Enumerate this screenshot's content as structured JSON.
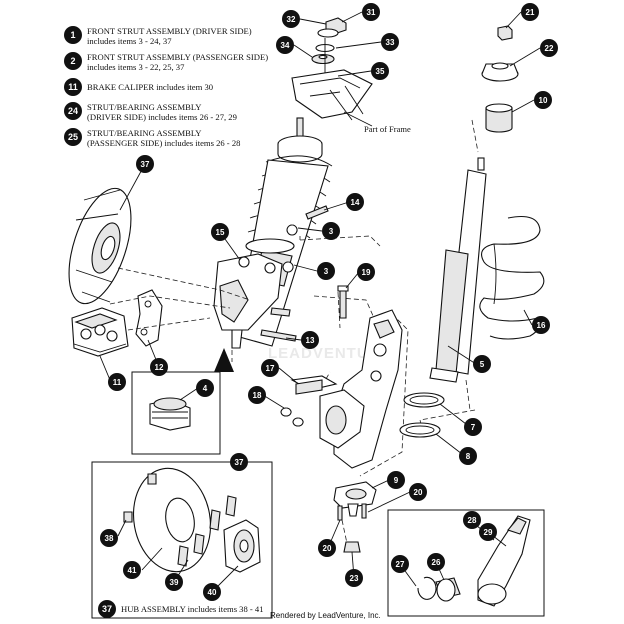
{
  "legend": [
    {
      "num": "1",
      "lines": [
        "FRONT STRUT ASSEMBLY (DRIVER SIDE)",
        "includes items 3 - 24, 37"
      ]
    },
    {
      "num": "2",
      "lines": [
        "FRONT STRUT ASSEMBLY (PASSENGER SIDE)",
        "includes items 3 - 22, 25, 37"
      ]
    },
    {
      "num": "11",
      "lines": [
        "BRAKE CALIPER includes item 30"
      ]
    },
    {
      "num": "24",
      "lines": [
        "STRUT/BEARING ASSEMBLY",
        "(DRIVER SIDE) includes items 26 - 27, 29"
      ]
    },
    {
      "num": "25",
      "lines": [
        "STRUT/BEARING ASSEMBLY",
        "(PASSENGER SIDE) includes items 26 - 28"
      ]
    }
  ],
  "frame_label": "Part of Frame",
  "hub_legend": {
    "num": "37",
    "text": "HUB ASSEMBLY includes items 38 - 41"
  },
  "footer": "Rendered by LeadVenture, Inc.",
  "watermark": "LEADVENTURE",
  "callouts": [
    "31",
    "32",
    "33",
    "34",
    "35",
    "21",
    "22",
    "10",
    "37",
    "14",
    "3",
    "15",
    "3",
    "19",
    "16",
    "12",
    "13",
    "5",
    "11",
    "4",
    "17",
    "18",
    "7",
    "8",
    "37",
    "9",
    "20",
    "38",
    "28",
    "29",
    "20",
    "41",
    "39",
    "40",
    "27",
    "26",
    "23"
  ]
}
